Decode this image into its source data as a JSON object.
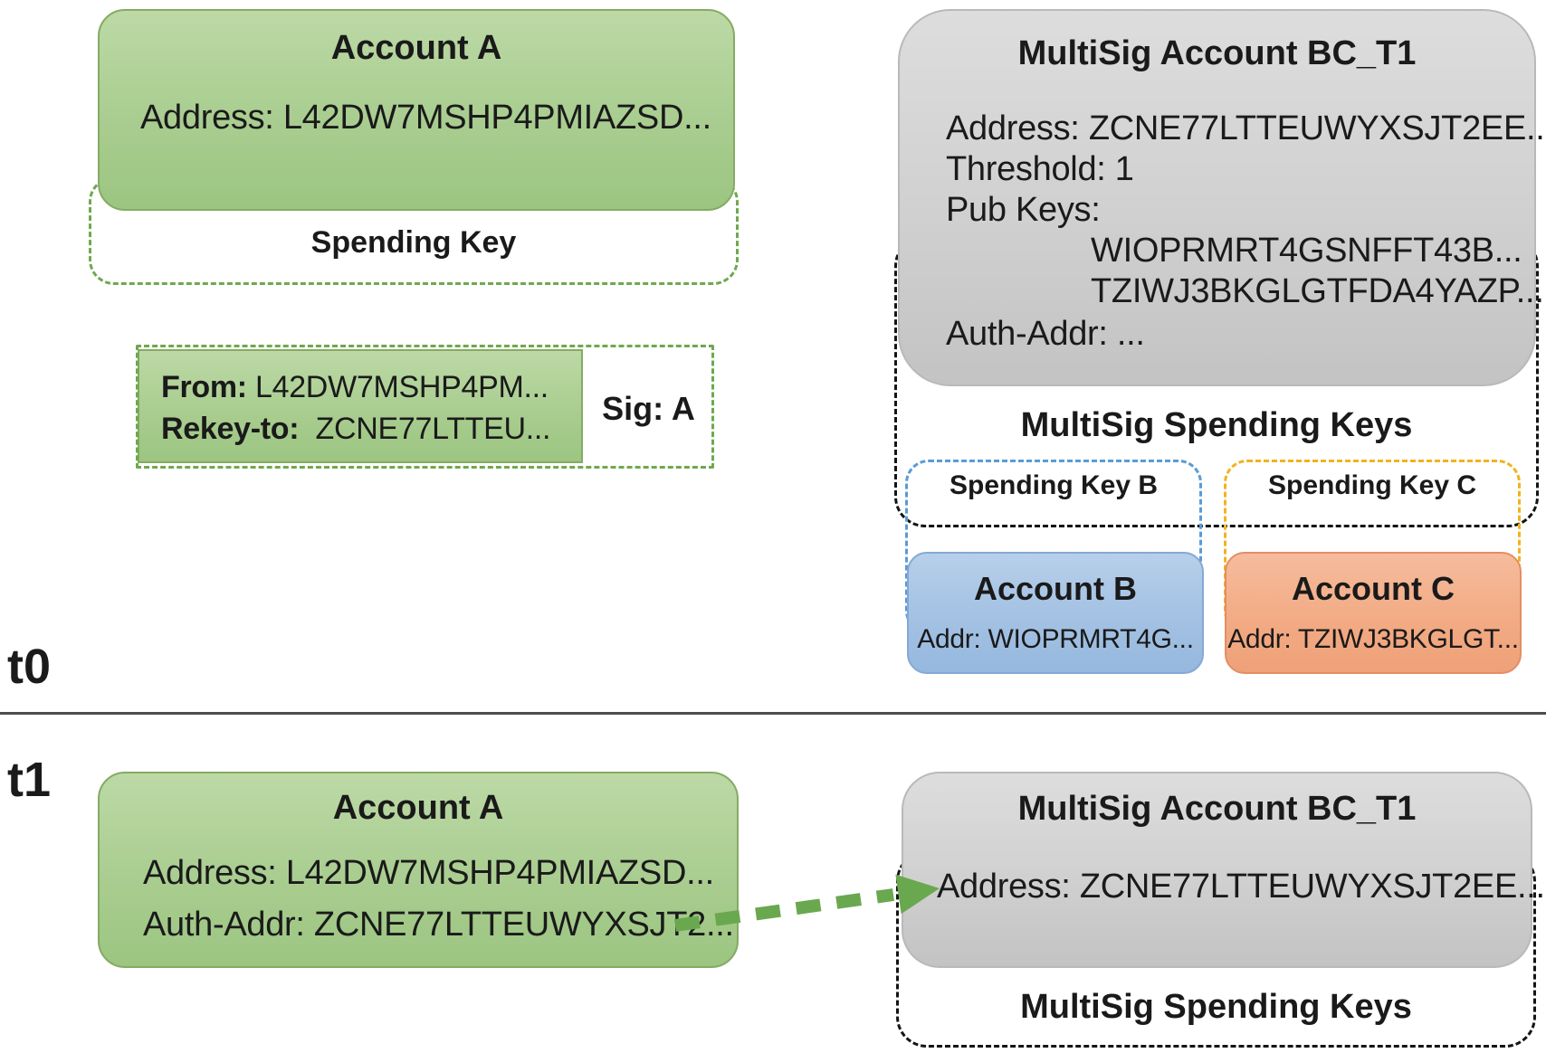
{
  "t0": {
    "section_label": "t0",
    "account_a": {
      "title": "Account A",
      "address": "Address: L42DW7MSHP4PMIAZSD..."
    },
    "spending_key_label": "Spending Key",
    "rekey_txn": {
      "from_label": "From:",
      "from_value": "L42DW7MSHP4PM...",
      "rekey_label": "Rekey-to:",
      "rekey_value": "ZCNE77LTTEU...",
      "sig": "Sig: A"
    },
    "multisig": {
      "title": "MultiSig Account BC_T1",
      "address": "Address: ZCNE77LTTEUWYXSJT2EE...",
      "threshold": "Threshold: 1",
      "pub_keys_label": "Pub Keys:",
      "pub_key_1": "WIOPRMRT4GSNFFT43B...",
      "pub_key_2": "TZIWJ3BKGLGTFDA4YAZP...",
      "auth_addr": "Auth-Addr: ..."
    },
    "multisig_keys_label": "MultiSig Spending Keys",
    "spending_key_b_label": "Spending Key B",
    "spending_key_c_label": "Spending Key C",
    "account_b": {
      "title": "Account B",
      "addr": "Addr: WIOPRMRT4G..."
    },
    "account_c": {
      "title": "Account C",
      "addr": "Addr: TZIWJ3BKGLGT..."
    }
  },
  "t1": {
    "section_label": "t1",
    "account_a": {
      "title": "Account A",
      "address": "Address: L42DW7MSHP4PMIAZSD...",
      "auth_addr": "Auth-Addr: ZCNE77LTTEUWYXSJT2..."
    },
    "multisig": {
      "title": "MultiSig Account BC_T1",
      "address": "Address: ZCNE77LTTEUWYXSJT2EE..."
    },
    "multisig_keys_label": "MultiSig Spending Keys"
  },
  "colors": {
    "account_green": "#a9cd90",
    "multisig_gray": "#d0d0d0",
    "account_b_blue": "#a3c1e3",
    "account_c_orange": "#f2ab85",
    "spending_key_b_dash": "#5b9bd5",
    "spending_key_c_dash": "#efb41f",
    "green_dash": "#6fa84f",
    "black_dash": "#141414",
    "rekey_arrow_green": "#6aa84f"
  }
}
